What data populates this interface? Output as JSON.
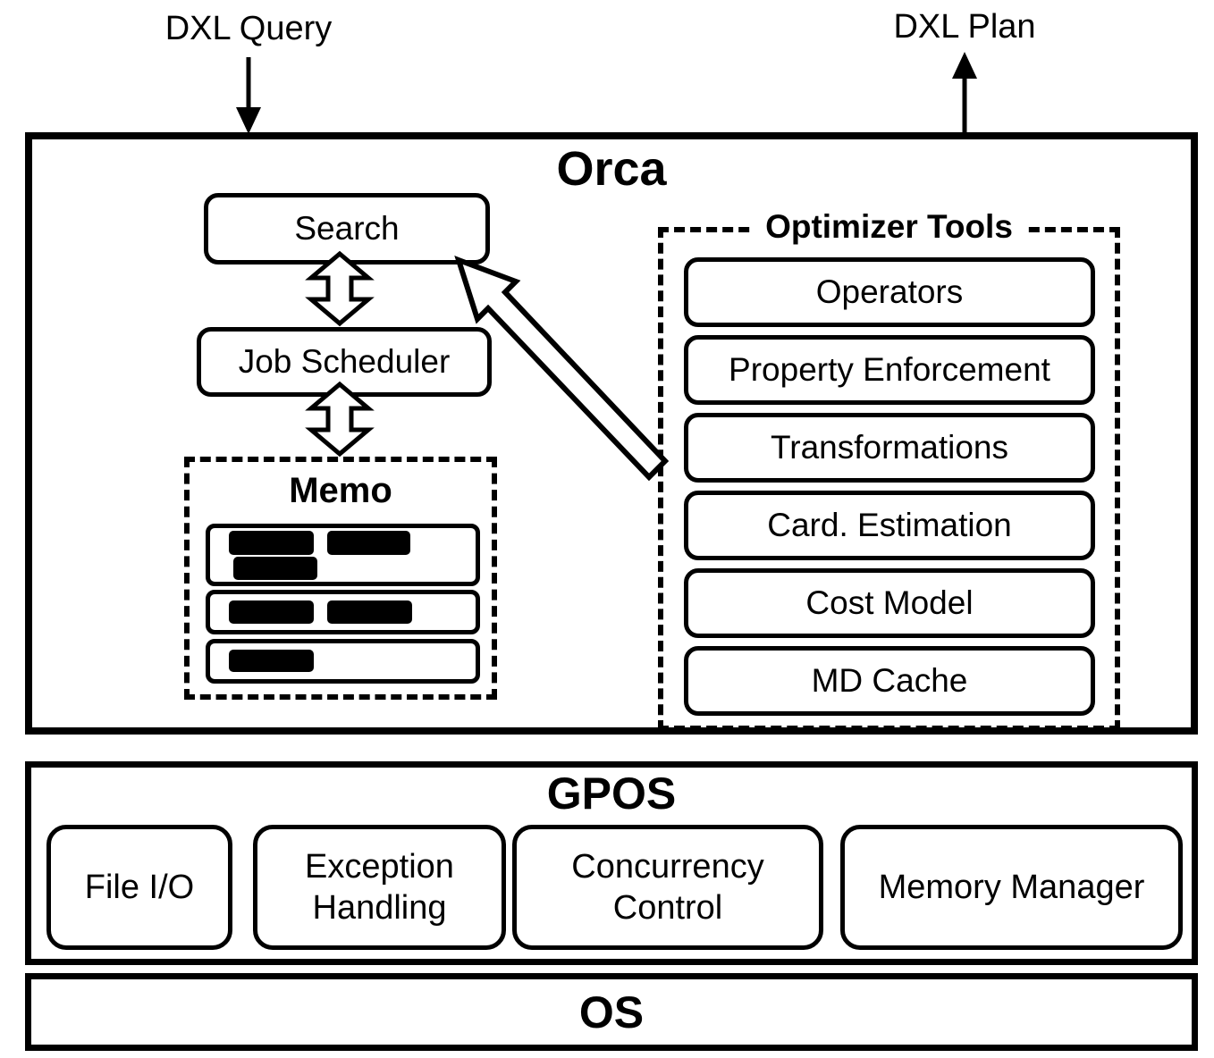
{
  "io": {
    "dxl_query": "DXL Query",
    "dxl_plan": "DXL Plan"
  },
  "orca": {
    "title": "Orca",
    "search_label": "Search",
    "job_scheduler_label": "Job Scheduler",
    "memo": {
      "title": "Memo"
    },
    "optimizer_tools": {
      "title": "Optimizer Tools",
      "items": [
        "Operators",
        "Property Enforcement",
        "Transformations",
        "Card. Estimation",
        "Cost Model",
        "MD Cache"
      ]
    }
  },
  "gpos": {
    "title": "GPOS",
    "items": [
      "File I/O",
      "Exception Handling",
      "Concurrency Control",
      "Memory Manager"
    ]
  },
  "os": {
    "title": "OS"
  },
  "connectors": {
    "dxl_query_arrow": "down into Orca",
    "dxl_plan_arrow": "up out of Orca",
    "search_jobscheduler_arrow": "bidirectional",
    "jobscheduler_memo_arrow": "bidirectional",
    "tools_to_search_arrow": "from Optimizer Tools up-left to Search"
  },
  "colors": {
    "ink": "#000000",
    "paper": "#ffffff"
  }
}
